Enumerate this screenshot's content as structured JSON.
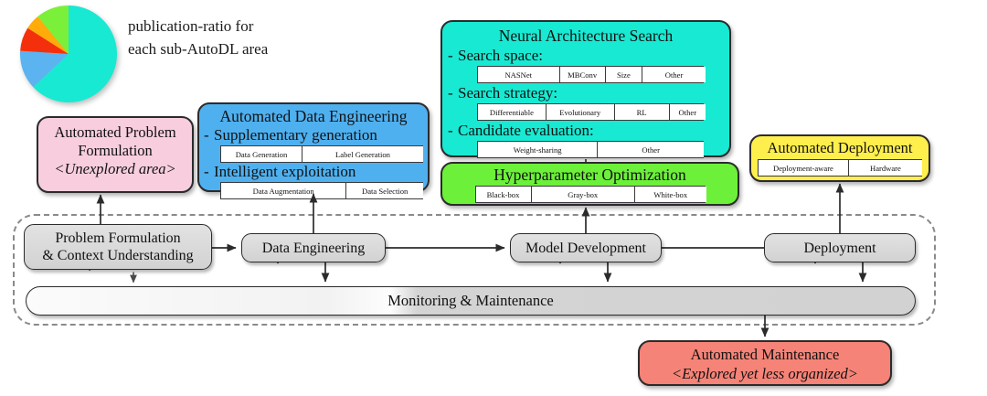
{
  "chart_data": {
    "type": "pie",
    "title": "publication-ratio for each sub-AutoDL area",
    "labels": [
      "Neural Architecture Search",
      "Automated Data Engineering",
      "Automated Maintenance",
      "Automated Deployment",
      "Hyperparameter Optimization"
    ],
    "values": [
      63,
      13,
      8,
      5,
      11
    ],
    "colors": [
      "#18e9d2",
      "#5bb3f0",
      "#f4300c",
      "#ffab0a",
      "#7bf03a"
    ],
    "legend": "none",
    "start_angle_deg": -90,
    "direction": "clockwise"
  },
  "caption": {
    "line1": "publication-ratio for",
    "line2": "each sub-AutoDL area"
  },
  "panels": {
    "problem_formulation": {
      "title_line1": "Automated Problem",
      "title_line2": "Formulation",
      "subtitle": "<Unexplored area>",
      "color": "#f8cede"
    },
    "data_engineering": {
      "title": "Automated Data Engineering",
      "color": "#4fb0ef",
      "bullets": [
        {
          "dash": "-",
          "label": "Supplementary generation",
          "chips": [
            {
              "label": "Data Generation",
              "w": 40
            },
            {
              "label": "Label Generation",
              "w": 60
            }
          ]
        },
        {
          "dash": "-",
          "label": "Intelligent exploitation",
          "chips": [
            {
              "label": "Data Augmentation",
              "w": 62
            },
            {
              "label": "Data Selection",
              "w": 38
            }
          ]
        }
      ]
    },
    "nas": {
      "title": "Neural Architecture Search",
      "color": "#18e9d2",
      "bullets": [
        {
          "dash": "-",
          "label": "Search space:",
          "chips": [
            {
              "label": "NASNet",
              "w": 36
            },
            {
              "label": "MBConv",
              "w": 20
            },
            {
              "label": "Size",
              "w": 16
            },
            {
              "label": "Other",
              "w": 28
            }
          ]
        },
        {
          "dash": "-",
          "label": "Search strategy:",
          "chips": [
            {
              "label": "Differentiable",
              "w": 30
            },
            {
              "label": "Evolutionary",
              "w": 30
            },
            {
              "label": "RL",
              "w": 24
            },
            {
              "label": "Other",
              "w": 16
            }
          ]
        },
        {
          "dash": "-",
          "label": "Candidate evaluation:",
          "chips": [
            {
              "label": "Weight-sharing",
              "w": 53
            },
            {
              "label": "Other",
              "w": 47
            }
          ]
        }
      ]
    },
    "hpo": {
      "title": "Hyperparameter Optimization",
      "color": "#6cf03a",
      "chips": [
        {
          "label": "Black-box",
          "w": 24
        },
        {
          "label": "Gray-box",
          "w": 45
        },
        {
          "label": "White-box",
          "w": 31
        }
      ]
    },
    "deployment": {
      "title": "Automated Deployment",
      "color": "#ffef4d",
      "chips": [
        {
          "label": "Deployment-aware",
          "w": 55
        },
        {
          "label": "Hardware",
          "w": 45
        }
      ]
    },
    "maintenance": {
      "title": "Automated Maintenance",
      "subtitle": "<Explored yet less organized>",
      "color": "#f58377"
    }
  },
  "pipeline": {
    "stages": [
      {
        "id": "problem-formulation",
        "line1": "Problem Formulation",
        "line2": "& Context Understanding"
      },
      {
        "id": "data-engineering",
        "line1": "Data Engineering",
        "line2": ""
      },
      {
        "id": "model-development",
        "line1": "Model Development",
        "line2": ""
      },
      {
        "id": "deployment",
        "line1": "Deployment",
        "line2": ""
      }
    ],
    "monitoring_bar": "Monitoring & Maintenance"
  }
}
